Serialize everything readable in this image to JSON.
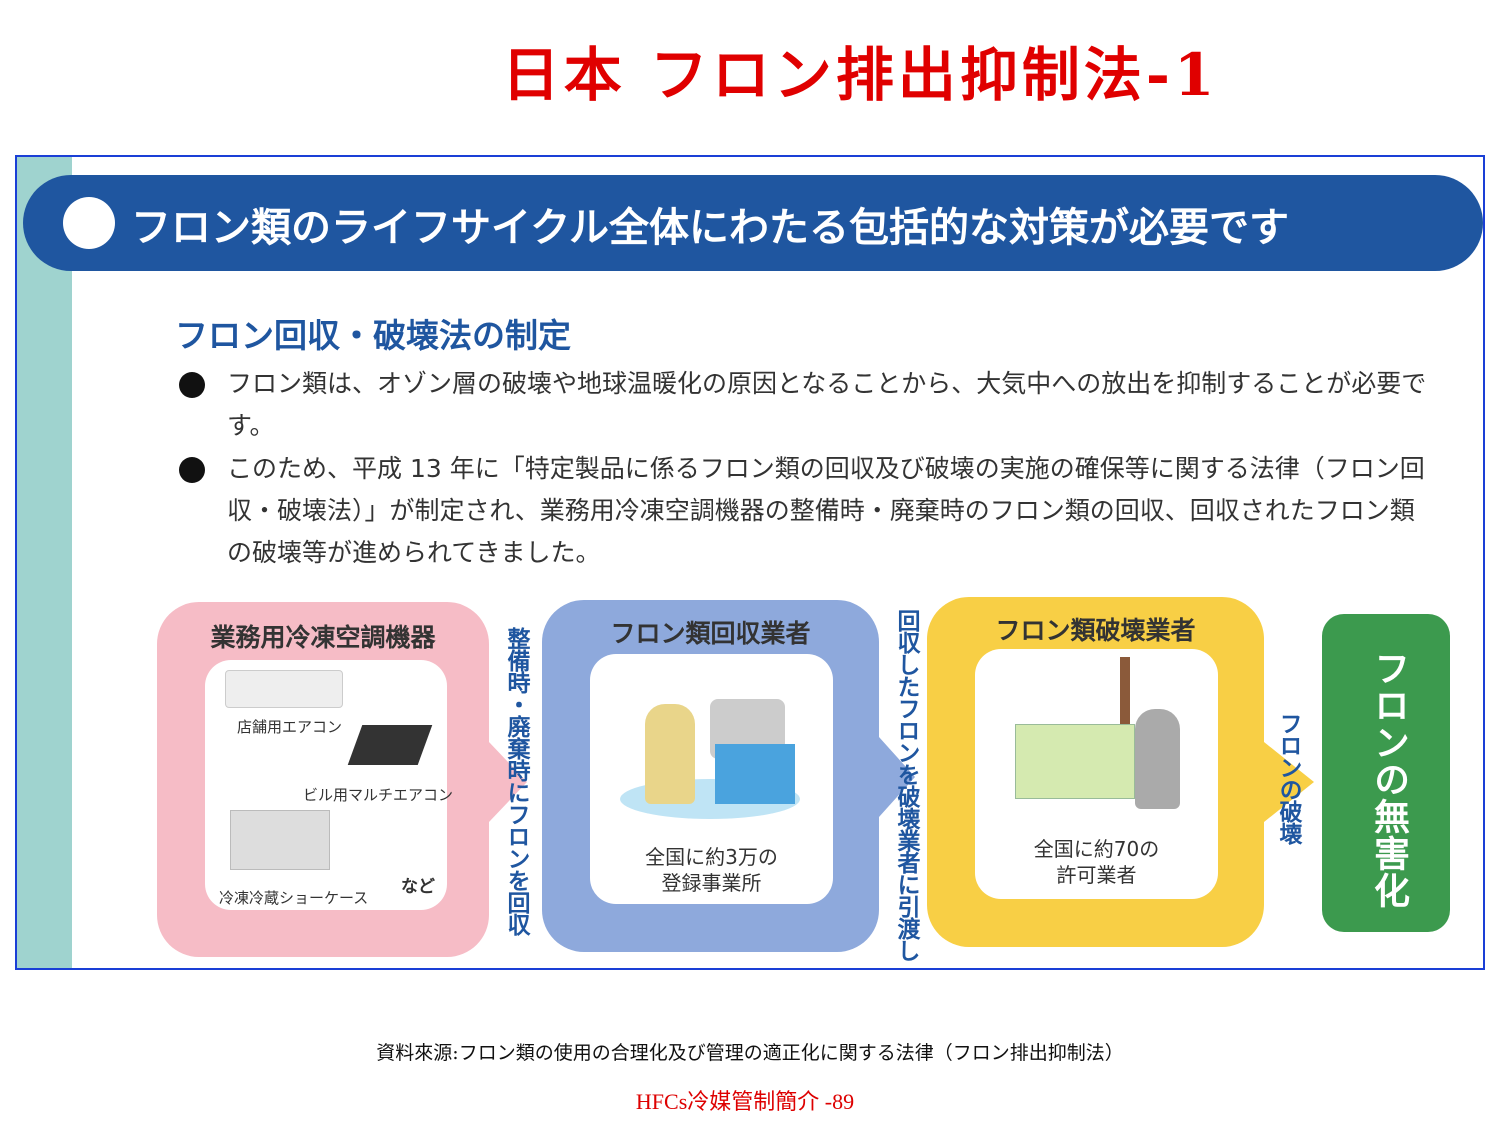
{
  "title": "日本 フロン排出抑制法-1",
  "banner": "フロン類のライフサイクル全体にわたる包括的な対策が必要です",
  "heading": "フロン回収・破壊法の制定",
  "bullets": [
    "フロン類は、オゾン層の破壊や地球温暖化の原因となることから、大気中への放出を抑制することが必要です。",
    "このため、平成 13 年に「特定製品に係るフロン類の回収及び破壊の実施の確保等に関する法律（フロン回収・破壊法）」が制定され、業務用冷凍空調機器の整備時・廃棄時のフロン類の回収、回収されたフロン類の破壊等が進められてきました。"
  ],
  "flow": {
    "equipment": {
      "title": "業務用冷凍空調機器",
      "items": [
        "店舗用エアコン",
        "ビル用マルチエアコン",
        "冷凍冷蔵ショーケース"
      ],
      "etc": "など"
    },
    "arrow1": "整備時・廃棄時にフロンを回収",
    "collector": {
      "title": "フロン類回収業者",
      "caption1": "全国に約3万の",
      "caption2": "登録事業所"
    },
    "arrow2": "回収したフロンを破壊業者に引渡し",
    "destroyer": {
      "title": "フロン類破壊業者",
      "caption1": "全国に約70の",
      "caption2": "許可業者"
    },
    "arrow3": "フロンの破壊",
    "result": "フロンの無害化"
  },
  "source": "資料來源:フロン類の使用の合理化及び管理の適正化に関する法律（フロン排出抑制法）",
  "page": "HFCs冷媒管制簡介 -89"
}
